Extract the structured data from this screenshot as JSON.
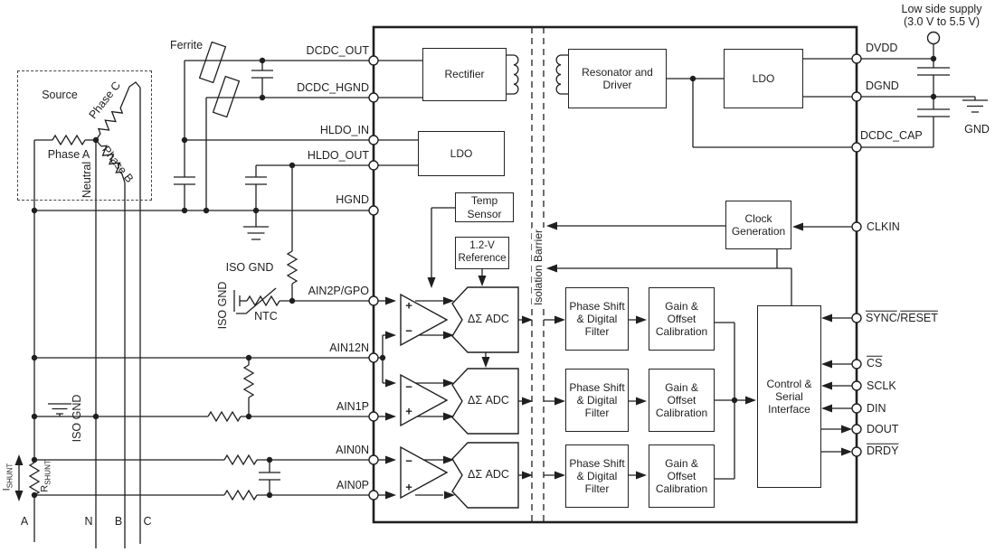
{
  "colors": {
    "background": "#ffffff",
    "line": "#1f1f1f",
    "text": "#1f1f1f"
  },
  "supply": {
    "title": "Low side supply",
    "range": "(3.0 V to 5.5 V)",
    "gnd": "GND"
  },
  "source": {
    "label": "Source",
    "phase_a": "Phase A",
    "phase_b": "Phase B",
    "phase_c": "Phase C",
    "neutral": "Neutral"
  },
  "labels": {
    "ferrite": "Ferrite",
    "iso_gnd": "ISO GND",
    "ntc": "NTC",
    "i_shunt_main": "I",
    "i_shunt_sub": "SHUNT",
    "r_shunt_main": "R",
    "r_shunt_sub": "SHUNT",
    "bus": {
      "a": "A",
      "n": "N",
      "b": "B",
      "c": "C"
    }
  },
  "chip": {
    "left_pins": [
      "DCDC_OUT",
      "DCDC_HGND",
      "HLDO_IN",
      "HLDO_OUT",
      "HGND",
      "AIN2P/GPO",
      "AIN12N",
      "AIN1P",
      "AIN0N",
      "AIN0P"
    ],
    "right_pins": {
      "dvdd": "DVDD",
      "dgnd": "DGND",
      "dcdc_cap": "DCDC_CAP",
      "clkin": "CLKIN",
      "sync": "SYNC",
      "slash": "/",
      "reset": "RESET",
      "cs": "CS",
      "sclk": "SCLK",
      "din": "DIN",
      "dout": "DOUT",
      "drdy": "DRDY"
    },
    "blocks": {
      "rectifier": "Rectifier",
      "hldo": "LDO",
      "resonator": "Resonator and Driver",
      "ldo": "LDO",
      "temp_sensor": "Temp Sensor",
      "reference": "1.2-V Reference",
      "clock_gen": "Clock Generation",
      "adc": "ΔΣ ADC",
      "phase_filter": "Phase Shift & Digital Filter",
      "gain_cal": "Gain & Offset Calibration",
      "control": "Control & Serial Interface",
      "barrier": "Isolation Barrier"
    },
    "amp": {
      "plus": "+",
      "minus": "−"
    }
  }
}
